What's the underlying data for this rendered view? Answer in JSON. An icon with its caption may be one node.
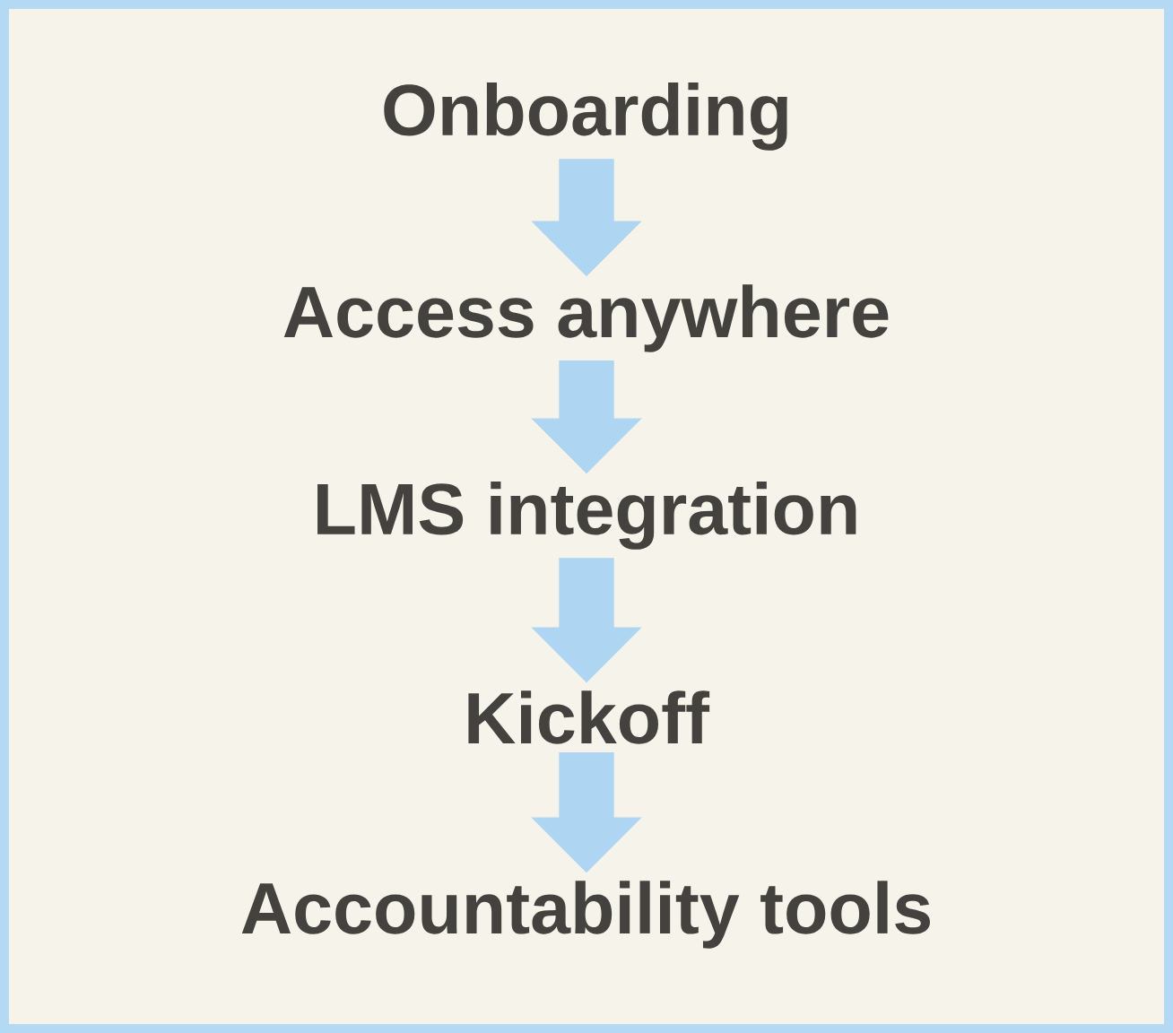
{
  "diagram": {
    "nodes": [
      {
        "text": [
          "Onboarding"
        ]
      },
      {
        "text": [
          "Access anywhere"
        ]
      },
      {
        "text": [
          "LMS integration"
        ]
      },
      {
        "text": [
          "Kickoff"
        ]
      },
      {
        "text": [
          "Accountability tools"
        ]
      }
    ],
    "edges": [
      {
        "from": 0,
        "to": 1,
        "arrow": "to"
      },
      {
        "from": 1,
        "to": 2,
        "arrow": "to"
      },
      {
        "from": 2,
        "to": 3,
        "arrow": "to"
      },
      {
        "from": 3,
        "to": 4,
        "arrow": "to"
      }
    ]
  }
}
